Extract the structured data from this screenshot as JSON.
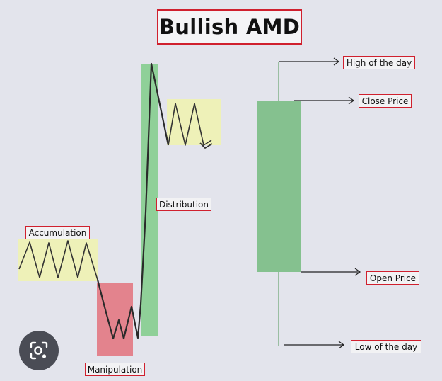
{
  "title": "Bullish AMD",
  "phases": {
    "accumulation": "Accumulation",
    "manipulation": "Manipulation",
    "distribution": "Distribution"
  },
  "candle": {
    "high": "High of the day",
    "close": "Close Price",
    "open": "Open Price",
    "low": "Low of the day"
  },
  "icons": {
    "lens": "image-search-icon"
  },
  "colors": {
    "accumulation_zone": "#eef1b8",
    "manipulation_zone": "#e3838d",
    "distribution_zone": "#8fd098",
    "consolidation_zone": "#eef1b8",
    "candle_body": "#85c18f",
    "label_border": "#d0202e",
    "background": "#e3e4ec"
  }
}
